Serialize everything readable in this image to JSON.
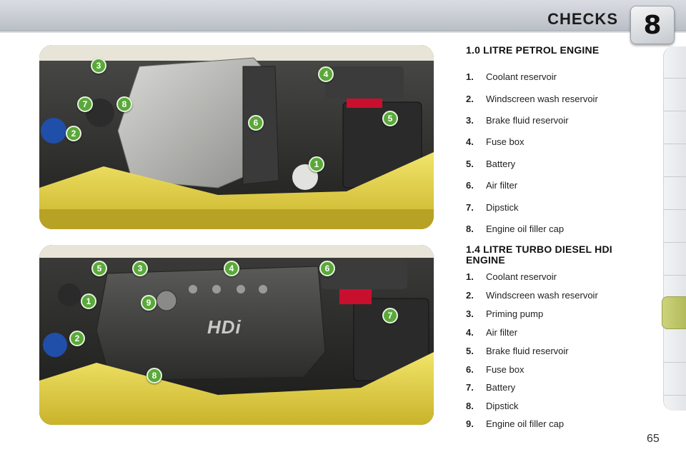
{
  "header": {
    "chapter_title": "CHECKS",
    "chapter_number": "8",
    "accent_color": "#b0b95a"
  },
  "petrol": {
    "title": "1.0 LITRE PETROL ENGINE",
    "items": [
      {
        "num": "1.",
        "label": "Coolant reservoir"
      },
      {
        "num": "2.",
        "label": "Windscreen wash reservoir"
      },
      {
        "num": "3.",
        "label": "Brake fluid reservoir"
      },
      {
        "num": "4.",
        "label": "Fuse box"
      },
      {
        "num": "5.",
        "label": "Battery"
      },
      {
        "num": "6.",
        "label": "Air filter"
      },
      {
        "num": "7.",
        "label": "Dipstick"
      },
      {
        "num": "8.",
        "label": "Engine oil filler cap"
      }
    ],
    "photo_markers": [
      "1",
      "2",
      "3",
      "4",
      "5",
      "6",
      "7",
      "8"
    ]
  },
  "diesel": {
    "title": "1.4 LITRE TURBO DIESEL HDI ENGINE",
    "items": [
      {
        "num": "1.",
        "label": "Coolant reservoir"
      },
      {
        "num": "2.",
        "label": "Windscreen wash reservoir"
      },
      {
        "num": "3.",
        "label": "Priming pump"
      },
      {
        "num": "4.",
        "label": "Air filter"
      },
      {
        "num": "5.",
        "label": "Brake fluid reservoir"
      },
      {
        "num": "6.",
        "label": "Fuse box"
      },
      {
        "num": "7.",
        "label": "Battery"
      },
      {
        "num": "8.",
        "label": "Dipstick"
      },
      {
        "num": "9.",
        "label": "Engine oil filler cap"
      }
    ],
    "photo_markers": [
      "1",
      "2",
      "3",
      "4",
      "5",
      "6",
      "7",
      "8",
      "9"
    ],
    "engine_cover_text": "HDi"
  },
  "page_number": "65"
}
